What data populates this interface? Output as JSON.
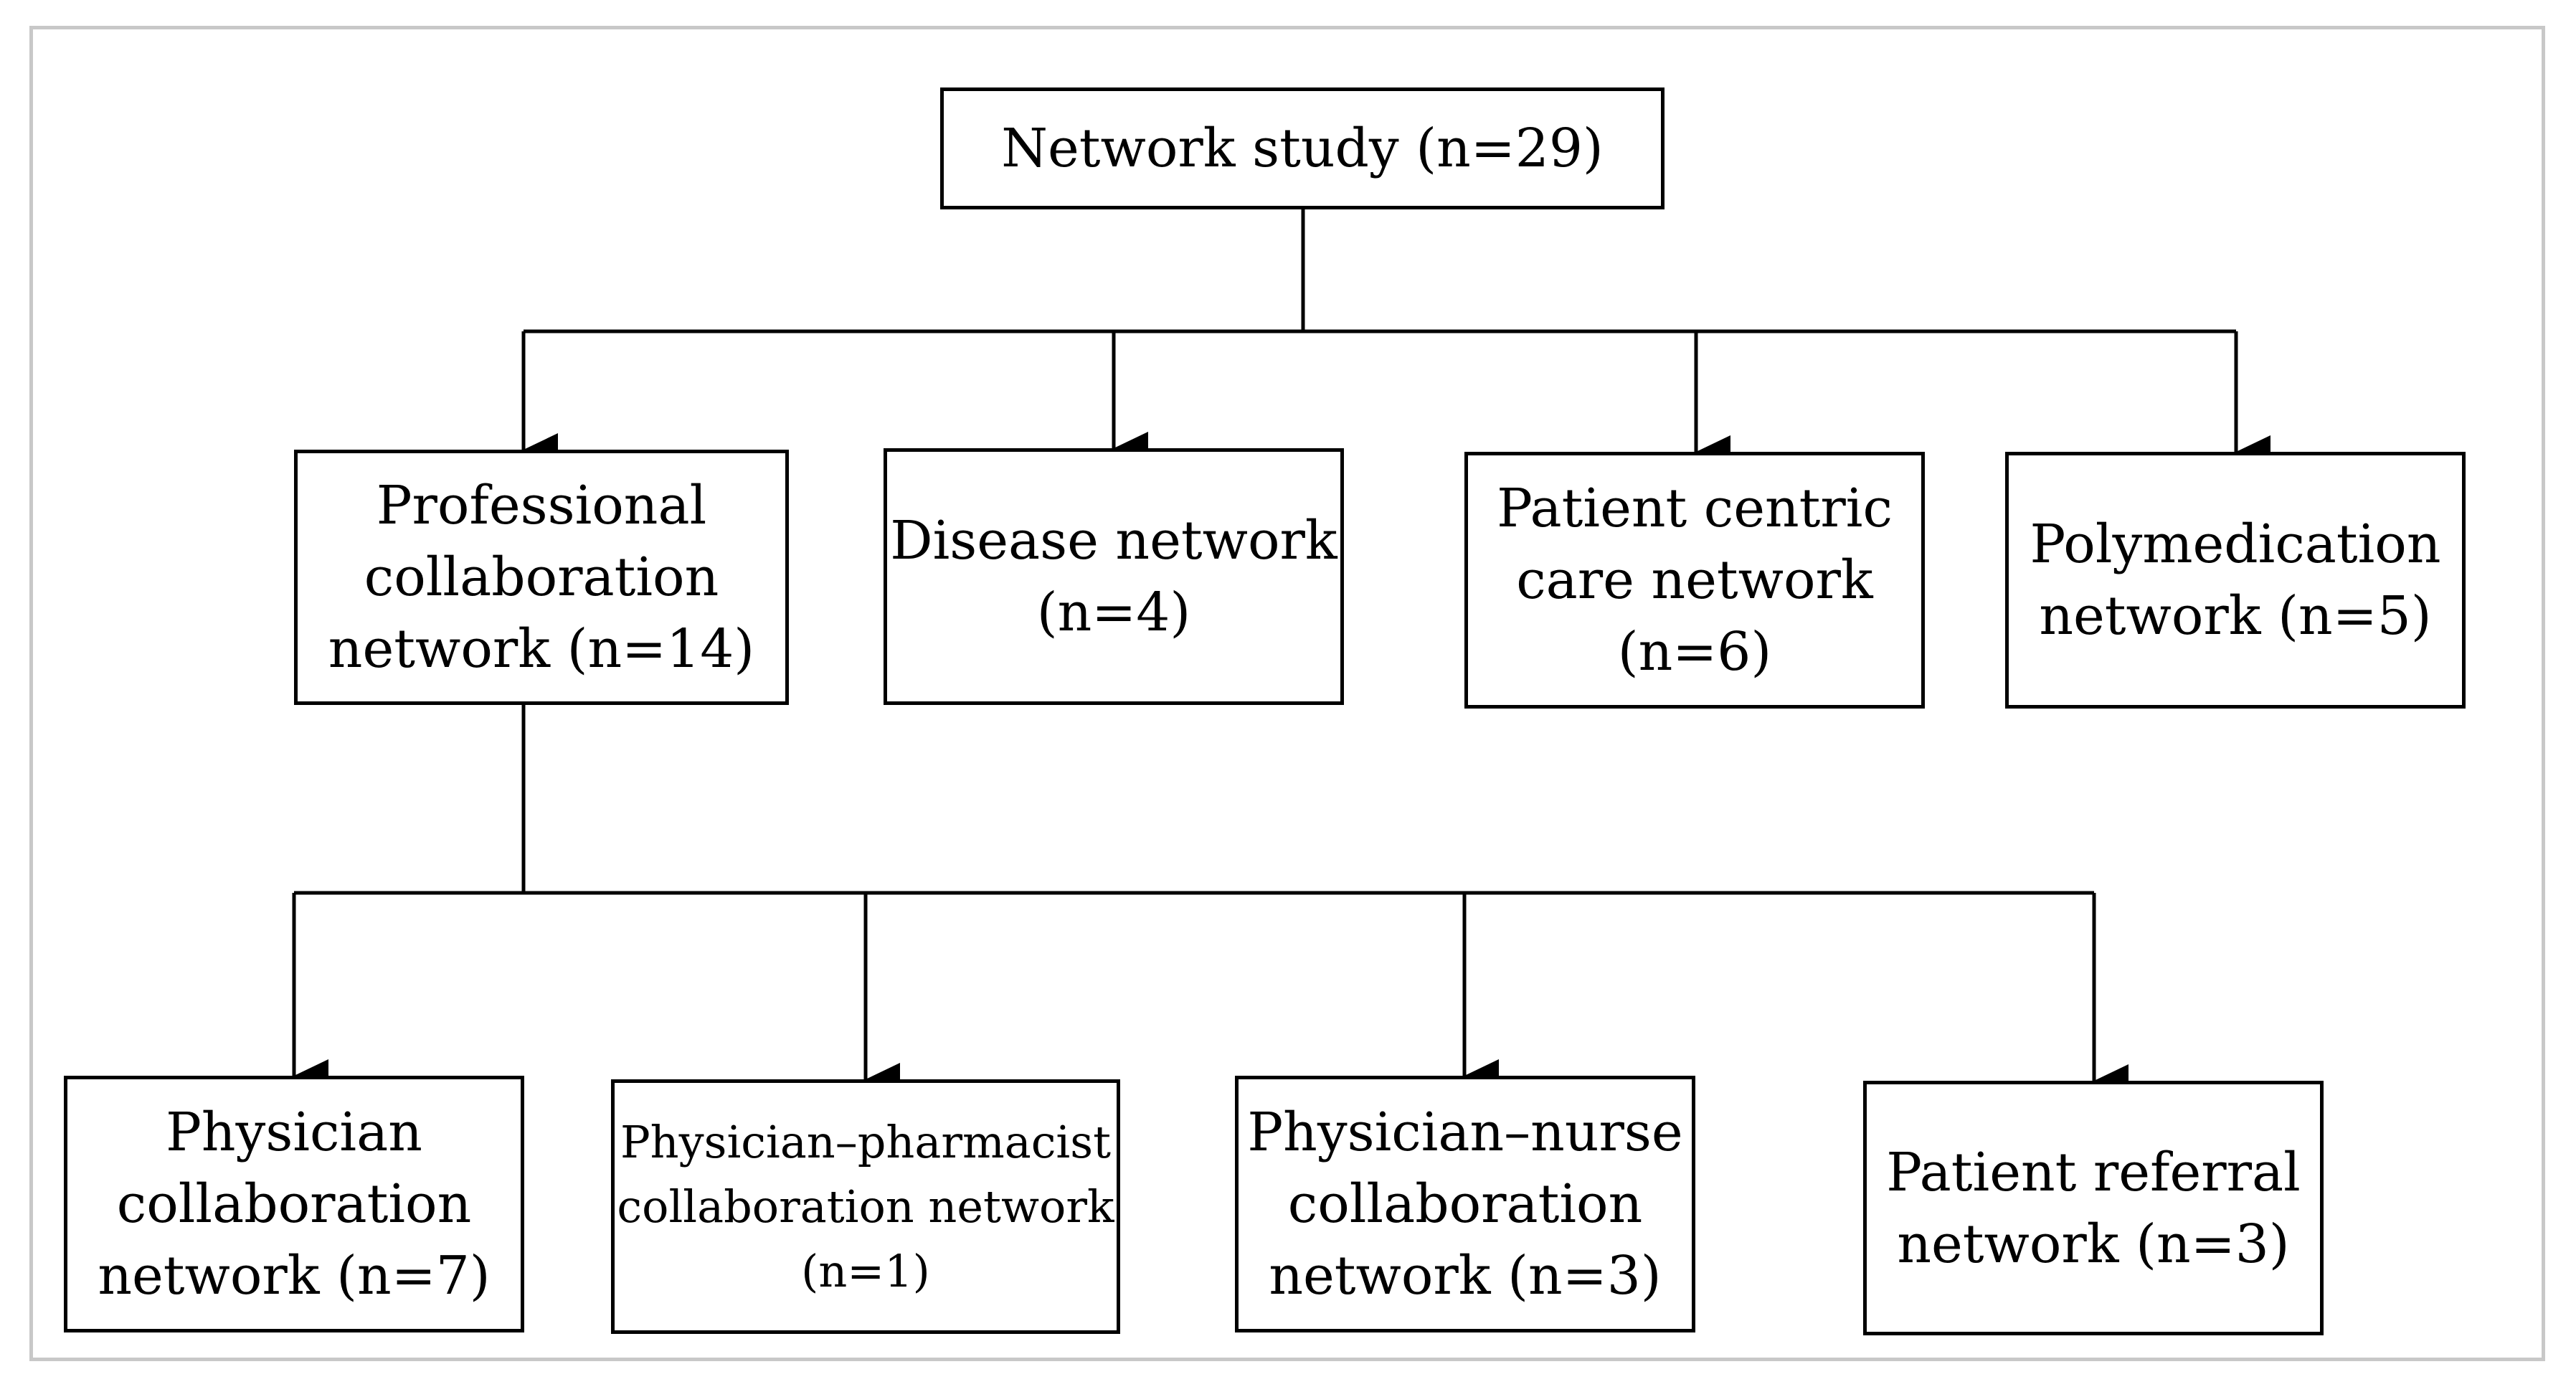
{
  "diagram": {
    "root": {
      "label": "Network study (n=29)"
    },
    "level1": [
      {
        "label": "Professional\ncollaboration\nnetwork (n=14)"
      },
      {
        "label": "Disease network\n(n=4)"
      },
      {
        "label": "Patient centric\ncare network\n(n=6)"
      },
      {
        "label": "Polymedication\nnetwork (n=5)"
      }
    ],
    "level2": [
      {
        "label": "Physician\ncollaboration\nnetwork (n=7)"
      },
      {
        "label": "Physician–pharmacist\ncollaboration network\n(n=1)"
      },
      {
        "label": "Physician–nurse\ncollaboration\nnetwork (n=3)"
      },
      {
        "label": "Patient referral\nnetwork (n=3)"
      }
    ]
  }
}
